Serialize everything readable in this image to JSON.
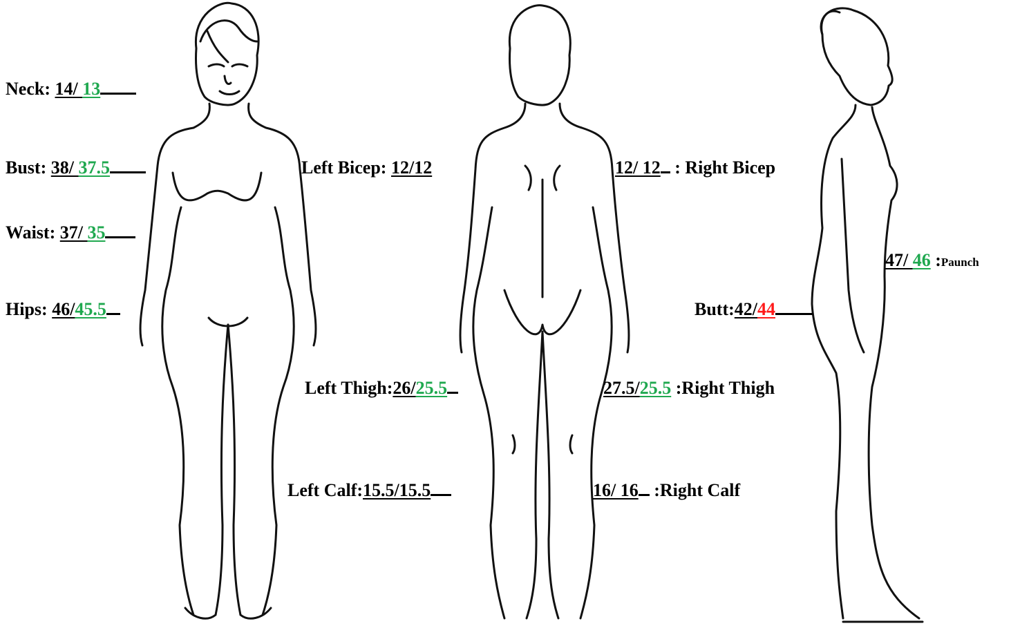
{
  "colors": {
    "improved": "#1fa84f",
    "worse": "#ff1a1a",
    "before": "#000000"
  },
  "measurements": {
    "neck": {
      "label": "Neck:",
      "before": "14/ ",
      "after": "13"
    },
    "bust": {
      "label": "Bust:",
      "before": "38/  ",
      "after": "37.5"
    },
    "waist": {
      "label": "Waist:",
      "before": "37/ ",
      "after": "35"
    },
    "hips": {
      "label": "Hips:",
      "before": "46/",
      "after": "45.5"
    },
    "left_bicep": {
      "label": "Left Bicep:",
      "value": "12/12"
    },
    "right_bicep": {
      "label": " : Right Bicep",
      "value": "12/ 12"
    },
    "left_thigh": {
      "label": "Left Thigh:",
      "before": "26/",
      "after": "25.5"
    },
    "right_thigh": {
      "label": " :Right Thigh",
      "before": "27.5/",
      "after": "25.5"
    },
    "left_calf": {
      "label": "Left Calf:",
      "value": "15.5/15.5"
    },
    "right_calf": {
      "label": " :Right Calf",
      "value": "16/ 16"
    },
    "paunch": {
      "label": "Paunch",
      "colon": " :",
      "before": "47/ ",
      "after": "46"
    },
    "butt": {
      "label": "Butt:",
      "before": "42/",
      "after": "44"
    }
  }
}
